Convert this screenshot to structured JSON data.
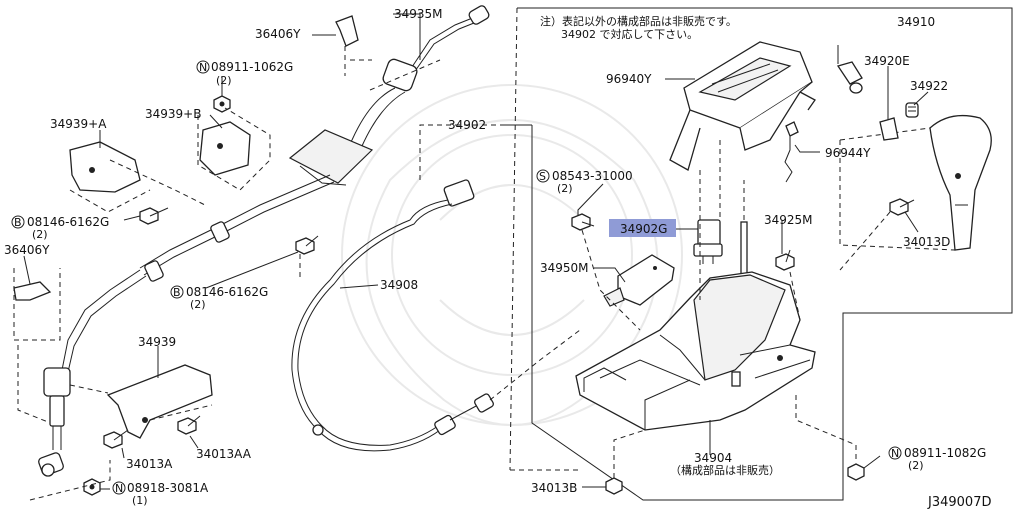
{
  "diagram_id": "J349007D",
  "note_line1": "注）表記以外の構成部品は非販売です。",
  "note_line2": "34902 で対応して下さい。",
  "highlight_color": "#8f9bd6",
  "labels": {
    "p34935M": "34935M",
    "p36406Y_top": "36406Y",
    "p08911_1062G": "08911-1062G",
    "p08911_1062G_qty": "(2)",
    "p34939B": "34939+B",
    "p34939A": "34939+A",
    "p08146_6162G_left": "08146-6162G",
    "p08146_6162G_left_qty": "(2)",
    "p36406Y_left": "36406Y",
    "p08146_6162G_mid": "08146-6162G",
    "p08146_6162G_mid_qty": "(2)",
    "p34908": "34908",
    "p34939": "34939",
    "p34013A": "34013A",
    "p34013AA": "34013AA",
    "p08918_3081A": "08918-3081A",
    "p08918_3081A_qty": "(1)",
    "p34902": "34902",
    "p96940Y": "96940Y",
    "p08543_31000": "08543-31000",
    "p08543_31000_qty": "(2)",
    "p34902G": "34902G",
    "p34950M": "34950M",
    "p34910": "34910",
    "p34920E": "34920E",
    "p34922": "34922",
    "p96944Y": "96944Y",
    "p34925M": "34925M",
    "p34013D": "34013D",
    "p34904": "34904",
    "p34904_note": "（構成部品は非販売）",
    "p08911_1082G": "08911-1082G",
    "p08911_1082G_qty": "(2)",
    "p34013B": "34013B"
  },
  "prefix_marks": {
    "n": "N",
    "b": "B",
    "s": "S"
  }
}
